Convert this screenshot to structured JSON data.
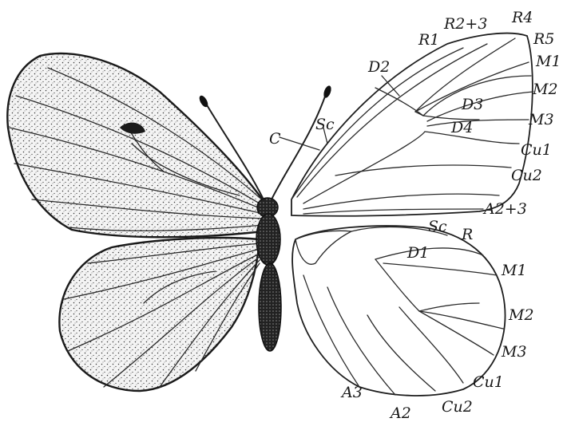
{
  "figure": {
    "forewing_veins": {
      "C": "C",
      "Sc": "Sc",
      "R1": "R1",
      "R2_3": "R2+3",
      "R4": "R4",
      "R5": "R5",
      "D2": "D2",
      "D3": "D3",
      "D4": "D4",
      "M1": "M1",
      "M2": "M2",
      "M3": "M3",
      "Cu1": "Cu1",
      "Cu2": "Cu2",
      "A2_3": "A2+3"
    },
    "hindwing_veins": {
      "Sc": "Sc",
      "R": "R",
      "D1": "D1",
      "M1": "M1",
      "M2": "M2",
      "M3": "M3",
      "Cu1": "Cu1",
      "Cu2": "Cu2",
      "A2": "A2",
      "A3": "A3"
    }
  }
}
